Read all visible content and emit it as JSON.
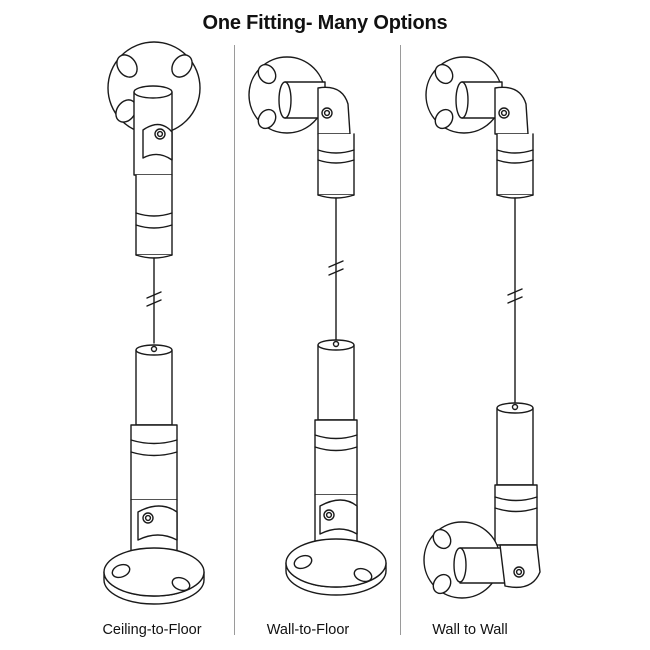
{
  "title": "One Fitting- Many Options",
  "captions": {
    "ceiling_to_floor": "Ceiling-to-Floor",
    "wall_to_floor": "Wall-to-Floor",
    "wall_to_wall": "Wall to Wall"
  },
  "colors": {
    "line": "#1a1a1a",
    "divider": "#9a9a9a",
    "background": "#ffffff"
  }
}
